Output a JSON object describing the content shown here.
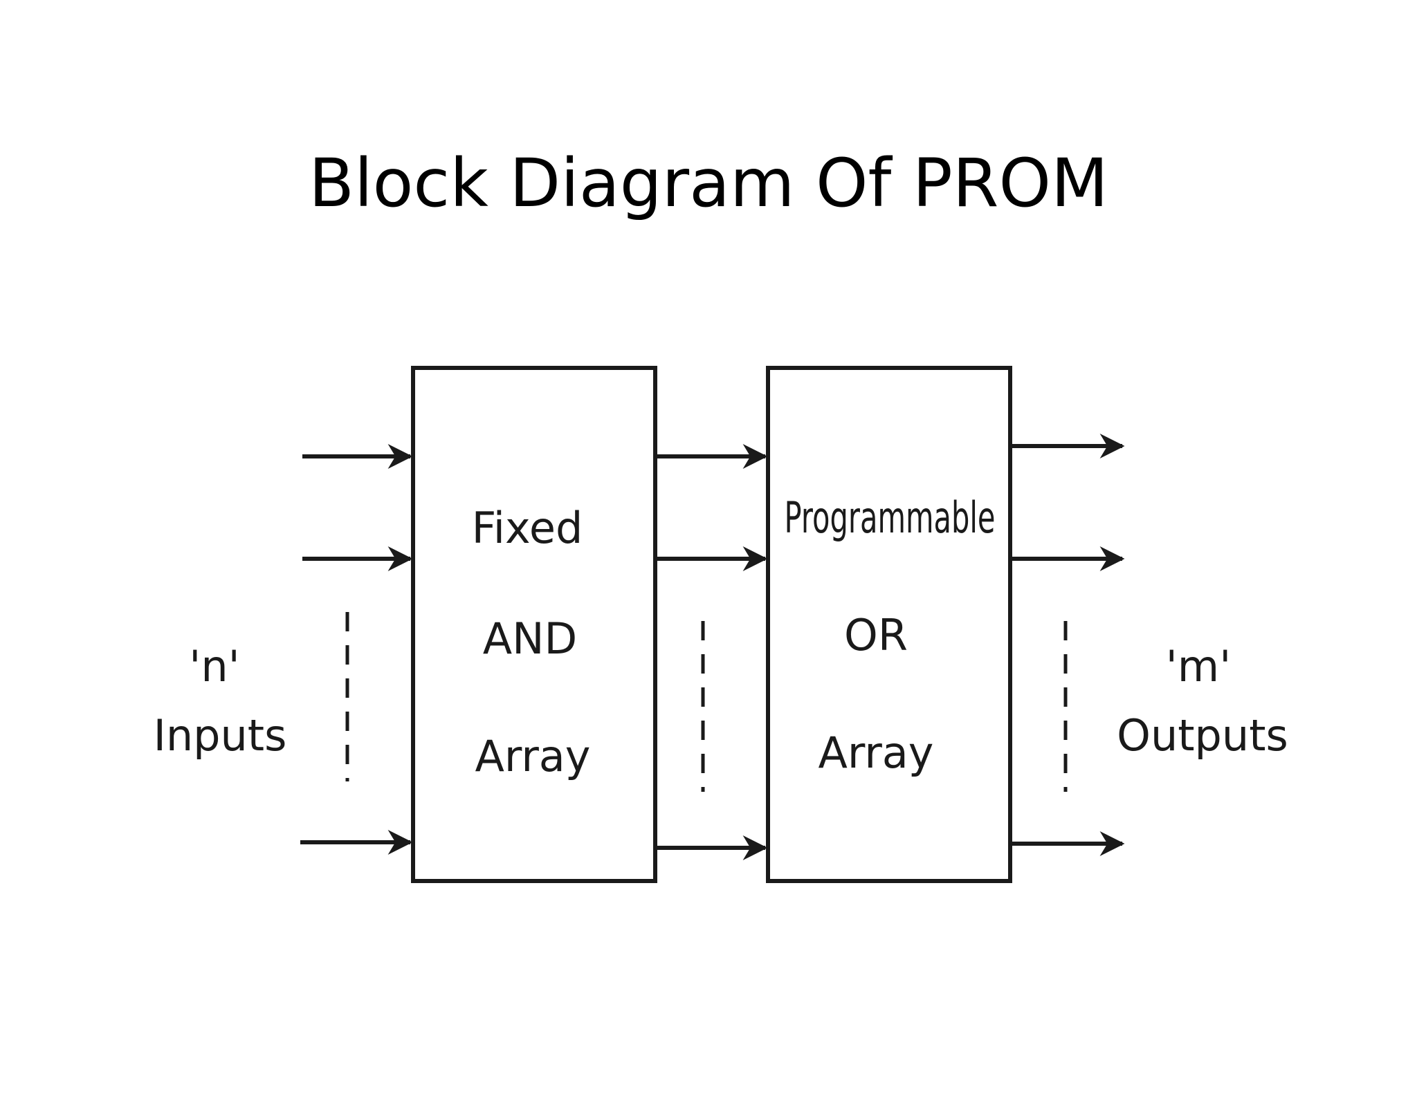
{
  "title": "Block Diagram Of PROM",
  "inputs": {
    "count_label": "'n'",
    "label": "Inputs"
  },
  "and_array": {
    "line1": "Fixed",
    "line2": "AND",
    "line3": "Array"
  },
  "or_array": {
    "line1": "Programmable",
    "line2": "OR",
    "line3": "Array"
  },
  "outputs": {
    "count_label": "'m'",
    "label": "Outputs"
  },
  "colors": {
    "stroke": "#1a1a1a",
    "background": "#ffffff"
  }
}
